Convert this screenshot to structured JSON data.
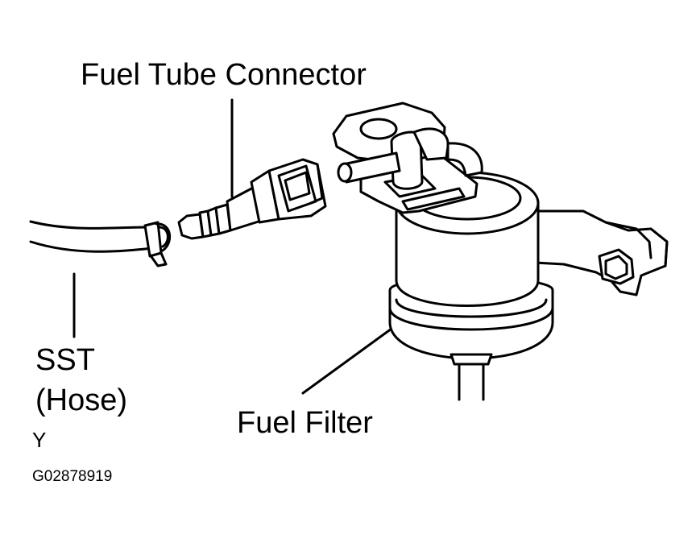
{
  "labels": {
    "fuel_tube_connector": "Fuel Tube Connector",
    "sst": "SST",
    "hose": "(Hose)",
    "fuel_filter": "Fuel Filter",
    "view_marker": "Y",
    "figure_code": "G02878919"
  },
  "colors": {
    "line": "#000000",
    "fill": "#ffffff"
  }
}
